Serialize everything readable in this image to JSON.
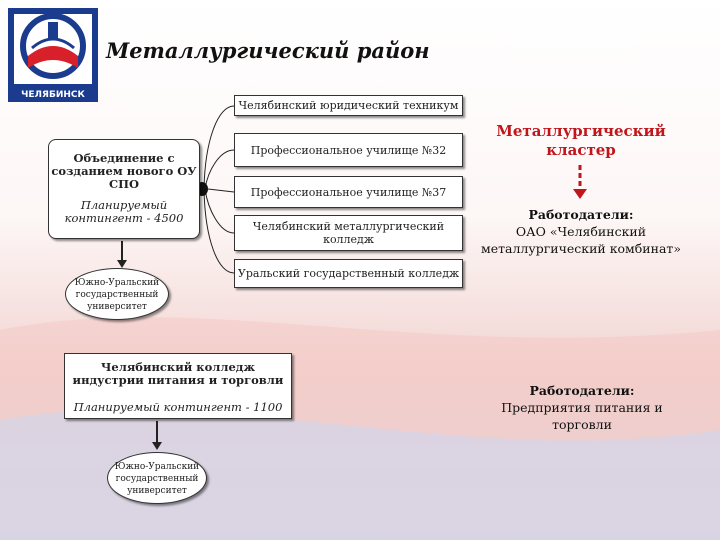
{
  "title": "Металлургический район",
  "logo": {
    "text": "ЧЕЛЯБИНСК"
  },
  "institutions": [
    {
      "label": "Челябинский юридический техникум"
    },
    {
      "label": "Профессиональное училище №32"
    },
    {
      "label": "Профессиональное училище №37"
    },
    {
      "label": "Челябинский металлургический колледж"
    },
    {
      "label": "Уральский государственный колледж"
    }
  ],
  "merger": {
    "title": "Объединение с созданием нового ОУ СПО",
    "planned": "Планируемый контингент - 4500",
    "university": "Южно-Уральский государственный университет"
  },
  "food_college": {
    "title": "Челябинский колледж индустрии питания и торговли",
    "planned": "Планируемый контингент - 1100",
    "university": "Южно-Уральский государственный университет"
  },
  "cluster": {
    "title": "Металлургический кластер"
  },
  "employers": [
    {
      "label": "Работодатели:",
      "text": "ОАО «Челябинский металлургический комбинат»"
    },
    {
      "label": "Работодатели:",
      "text": "Предприятия питания и торговли"
    }
  ],
  "colors": {
    "cluster_text": "#c0151b",
    "arrow_red": "#c0151b",
    "logo_blue": "#1b3c8e",
    "logo_red": "#d8202a"
  }
}
